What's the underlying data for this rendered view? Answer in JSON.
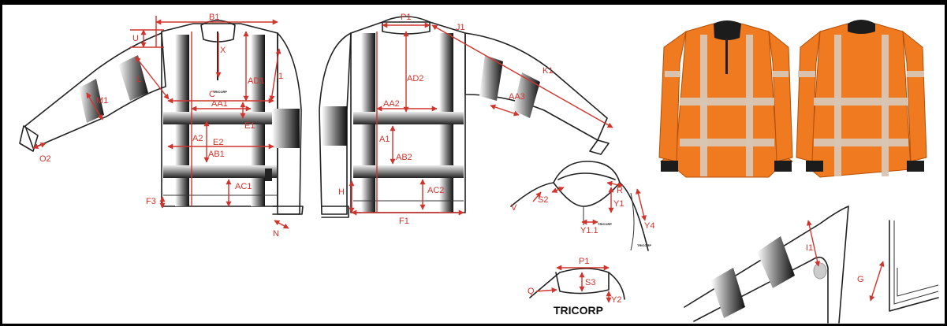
{
  "brand": "TRICORP",
  "measurement_labels": {
    "B1": "B1",
    "U": "U",
    "X": "X",
    "L": "L",
    "M1": "M1",
    "AD1": "AD1",
    "I1": "I1",
    "C": "C",
    "AA1": "AA1",
    "E1": "E1",
    "A2": "A2",
    "E2": "E2",
    "AB1": "AB1",
    "AC1": "AC1",
    "F3": "F3",
    "O2": "O2",
    "N": "N",
    "P1": "P1",
    "J1": "J1",
    "K1": "K1",
    "AD2": "AD2",
    "AA2": "AA2",
    "AA3": "AA3",
    "A1": "A1",
    "AB2": "AB2",
    "AC2": "AC2",
    "H": "H",
    "F1": "F1",
    "V": "V",
    "S2": "S2",
    "R": "R",
    "Y1": "Y1",
    "Y1_1": "Y1.1",
    "Y4": "Y4",
    "S3": "S3",
    "Q": "Q",
    "Y2": "Y2",
    "G": "G"
  },
  "colors": {
    "dimension": "#d0342c",
    "jacket": "#f07a1f",
    "reflective": "#d8c6b4",
    "cuff": "#1c1c1c"
  }
}
